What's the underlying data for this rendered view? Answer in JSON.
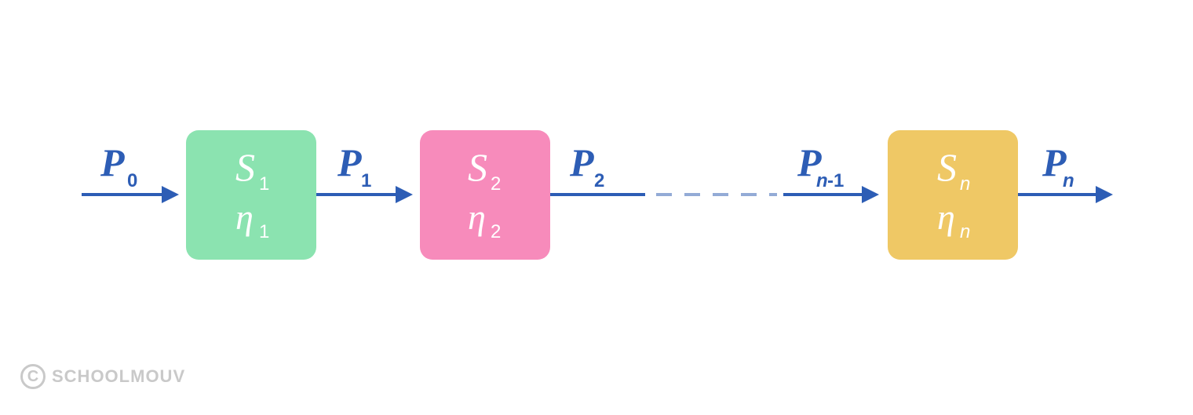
{
  "colors": {
    "arrow": "#2d5db5",
    "dashed": "#93abd6",
    "block_1": "#8be3b0",
    "block_2": "#f78bbb",
    "block_n": "#efc865",
    "text_on_block": "#ffffff",
    "watermark": "#c9c9c9"
  },
  "blocks": [
    {
      "letter": "S",
      "index": "1",
      "efficiency_letter": "η",
      "efficiency_index": "1"
    },
    {
      "letter": "S",
      "index": "2",
      "efficiency_letter": "η",
      "efficiency_index": "2"
    },
    {
      "letter": "S",
      "index": "n",
      "efficiency_letter": "η",
      "efficiency_index": "n"
    }
  ],
  "powers": [
    {
      "letter": "P",
      "index": "0"
    },
    {
      "letter": "P",
      "index": "1"
    },
    {
      "letter": "P",
      "index": "2"
    },
    {
      "letter": "P",
      "index_italic": "n",
      "index_suffix": "-1"
    },
    {
      "letter": "P",
      "index": "n"
    }
  ],
  "watermark": {
    "icon": "copyright-icon",
    "icon_glyph": "C",
    "text": "SCHOOLMOUV"
  }
}
